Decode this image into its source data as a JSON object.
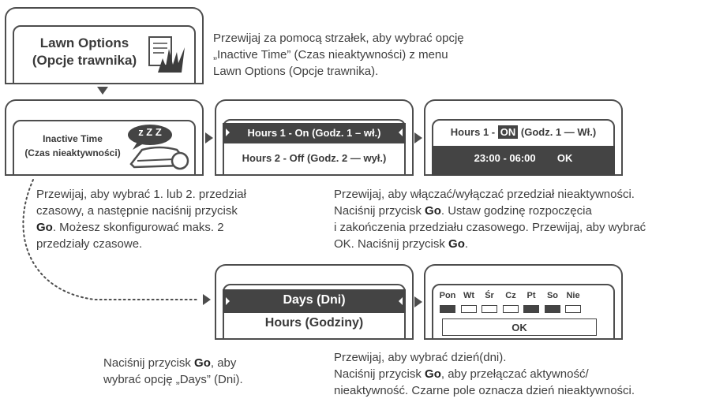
{
  "lawn_options": {
    "title_line1": "Lawn Options",
    "title_line2": "(Opcje trawnika)"
  },
  "intro_text": {
    "line1": "Przewijaj za pomocą strzałek, aby wybrać opcję",
    "line2": "„Inactive Time” (Czas nieaktywności) z menu",
    "line3": "Lawn Options (Opcje trawnika)."
  },
  "inactive_time": {
    "line1": "Inactive Time",
    "line2": "(Czas nieaktywności)",
    "zzz": "z Z Z"
  },
  "hours_menu": {
    "item1": "Hours 1 - On (Godz. 1 – wł.)",
    "item2": "Hours 2 - Off (Godz. 2 — wył.)"
  },
  "hours_detail": {
    "prefix": "Hours 1 -",
    "state": "ON",
    "suffix": "(Godz. 1 — Wł.)",
    "time": "23:00 - 06:00",
    "ok": "OK"
  },
  "text_select_interval": {
    "line1": "Przewijaj, aby wybrać 1. lub 2. przedział",
    "line2": "czasowy, a następnie naciśnij przycisk",
    "line3_bold": "Go",
    "line3_rest": ". Możesz skonfigurować maks. 2",
    "line4": "przedziały czasowe."
  },
  "text_toggle_interval": {
    "line1": "Przewijaj, aby włączać/wyłączać przedział nieaktywności.",
    "line2_pre": "Naciśnij przycisk ",
    "line2_bold": "Go",
    "line2_post": ". Ustaw godzinę rozpoczęcia",
    "line3": "i zakończenia przedziału czasowego. Przewijaj, aby wybrać",
    "line4_pre": "OK. Naciśnij przycisk ",
    "line4_bold": "Go",
    "line4_post": "."
  },
  "days_menu": {
    "item1": "Days (Dni)",
    "item2": "Hours (Godziny)"
  },
  "days_grid": {
    "days": [
      "Pon",
      "Wt",
      "Śr",
      "Cz",
      "Pt",
      "So",
      "Nie"
    ],
    "inactive": [
      true,
      false,
      false,
      false,
      true,
      true,
      false
    ],
    "ok": "OK"
  },
  "text_days_option": {
    "line1_pre": "Naciśnij przycisk ",
    "line1_bold": "Go",
    "line1_post": ", aby",
    "line2": "wybrać opcję „Days” (Dni)."
  },
  "text_days_select": {
    "line1": "Przewijaj, aby wybrać dzień(dni).",
    "line2_pre": "Naciśnij przycisk ",
    "line2_bold": "Go",
    "line2_post": ", aby przełączać aktywność/",
    "line3": "nieaktywność. Czarne pole oznacza dzień nieaktywności."
  },
  "colors": {
    "dark": "#444444",
    "frame": "#4d4d4d",
    "text": "#3f3f3f"
  },
  "icons": [
    "grass-icon",
    "mower-icon",
    "sleep-bubble-icon",
    "left-arrow-icon",
    "right-arrow-icon",
    "down-arrow-icon"
  ]
}
